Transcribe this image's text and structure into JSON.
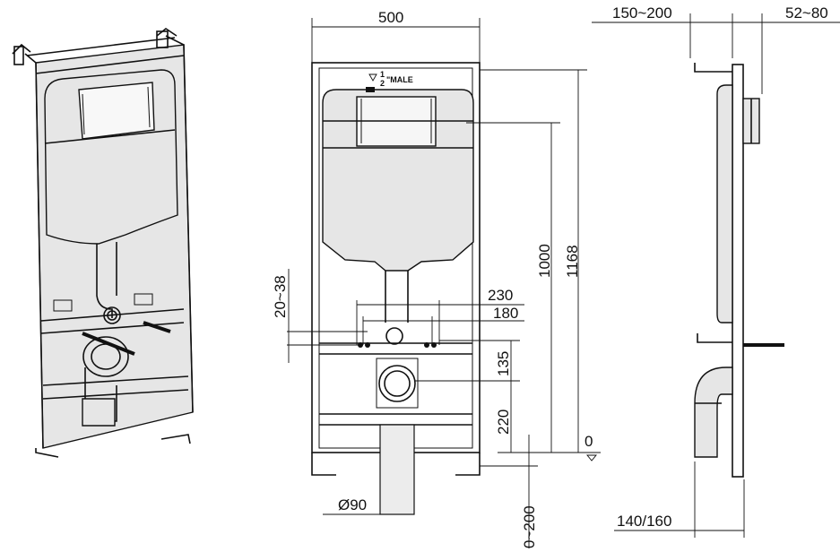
{
  "dimensions": {
    "width": "500",
    "height_total": "1168",
    "height_flush": "1000",
    "bolt_spacing_outer": "230",
    "bolt_spacing_inner": "180",
    "adjust_top": "20~38",
    "drain_to_bolts": "135",
    "drain_height": "220",
    "zero": "0",
    "floor_adjust": "0~200",
    "pipe_diameter": "Ø90",
    "depth_wall": "150~200",
    "plate_depth": "52~80",
    "bottom_depth": "140/160"
  },
  "inlet_label": {
    "fraction_num": "1",
    "fraction_den": "2",
    "text": "\"MALE"
  }
}
